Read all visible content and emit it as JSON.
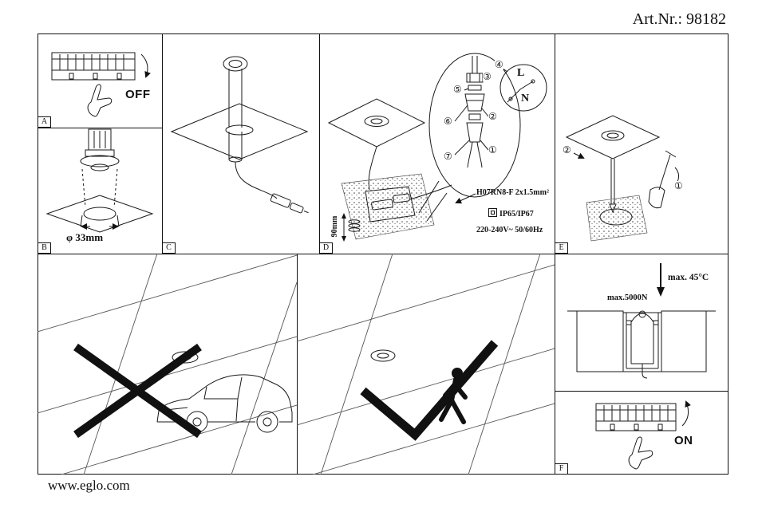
{
  "header": {
    "art_nr": "Art.Nr.: 98182"
  },
  "footer": {
    "website": "www.eglo.com"
  },
  "panel_a": {
    "label": "A",
    "off": "OFF"
  },
  "panel_b": {
    "label": "B",
    "diameter": "φ 33mm"
  },
  "panel_c": {
    "label": "C"
  },
  "panel_d": {
    "label": "D",
    "cable_spec": "H07RN8-F 2x1.5mm²",
    "ip_rating": "IP65/IP67",
    "voltage": "220-240V~ 50/60Hz",
    "depth": "90mm",
    "live": "L",
    "neutral": "N",
    "callout_1": "①",
    "callout_2": "②",
    "callout_3": "③",
    "callout_4": "④",
    "callout_5": "⑤",
    "callout_6": "⑥",
    "callout_7": "⑦"
  },
  "panel_e": {
    "label": "E",
    "step_1": "①",
    "step_2": "②"
  },
  "panel_temp": {
    "max_temp": "max. 45°C",
    "max_load": "max.5000N"
  },
  "panel_f": {
    "label": "F",
    "on": "ON"
  }
}
